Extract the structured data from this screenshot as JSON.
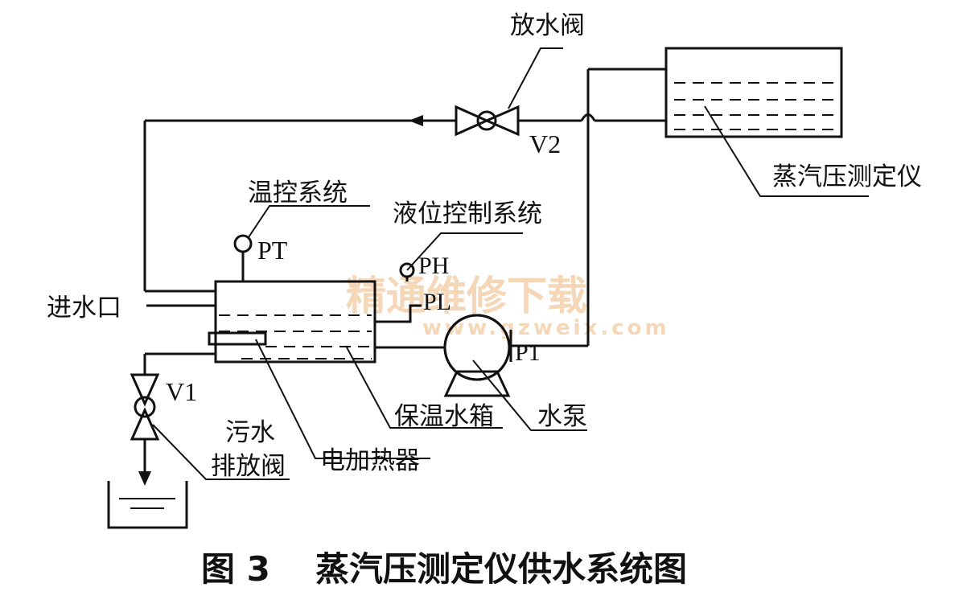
{
  "labels": {
    "drain_valve_top": "放水阀",
    "v2": "V2",
    "meter": "蒸汽压测定仪",
    "temp_control": "温控系统",
    "pt": "PT",
    "level_control": "液位控制系统",
    "ph": "PH",
    "pl": "PL",
    "inlet": "进水口",
    "v1": "V1",
    "p1": "P1",
    "sewage_line1": "污水",
    "sewage_line2": "排放阀",
    "heater": "电加热器",
    "tank": "保温水箱",
    "pump": "水泵"
  },
  "caption": {
    "figure_no": "图 3",
    "title": "蒸汽压测定仪供水系统图"
  },
  "watermark": {
    "text": "精通维修下载",
    "url": "www.gzweix.com"
  },
  "colors": {
    "line": "#111111",
    "watermark": "#f2c9a0",
    "background": "#ffffff"
  }
}
